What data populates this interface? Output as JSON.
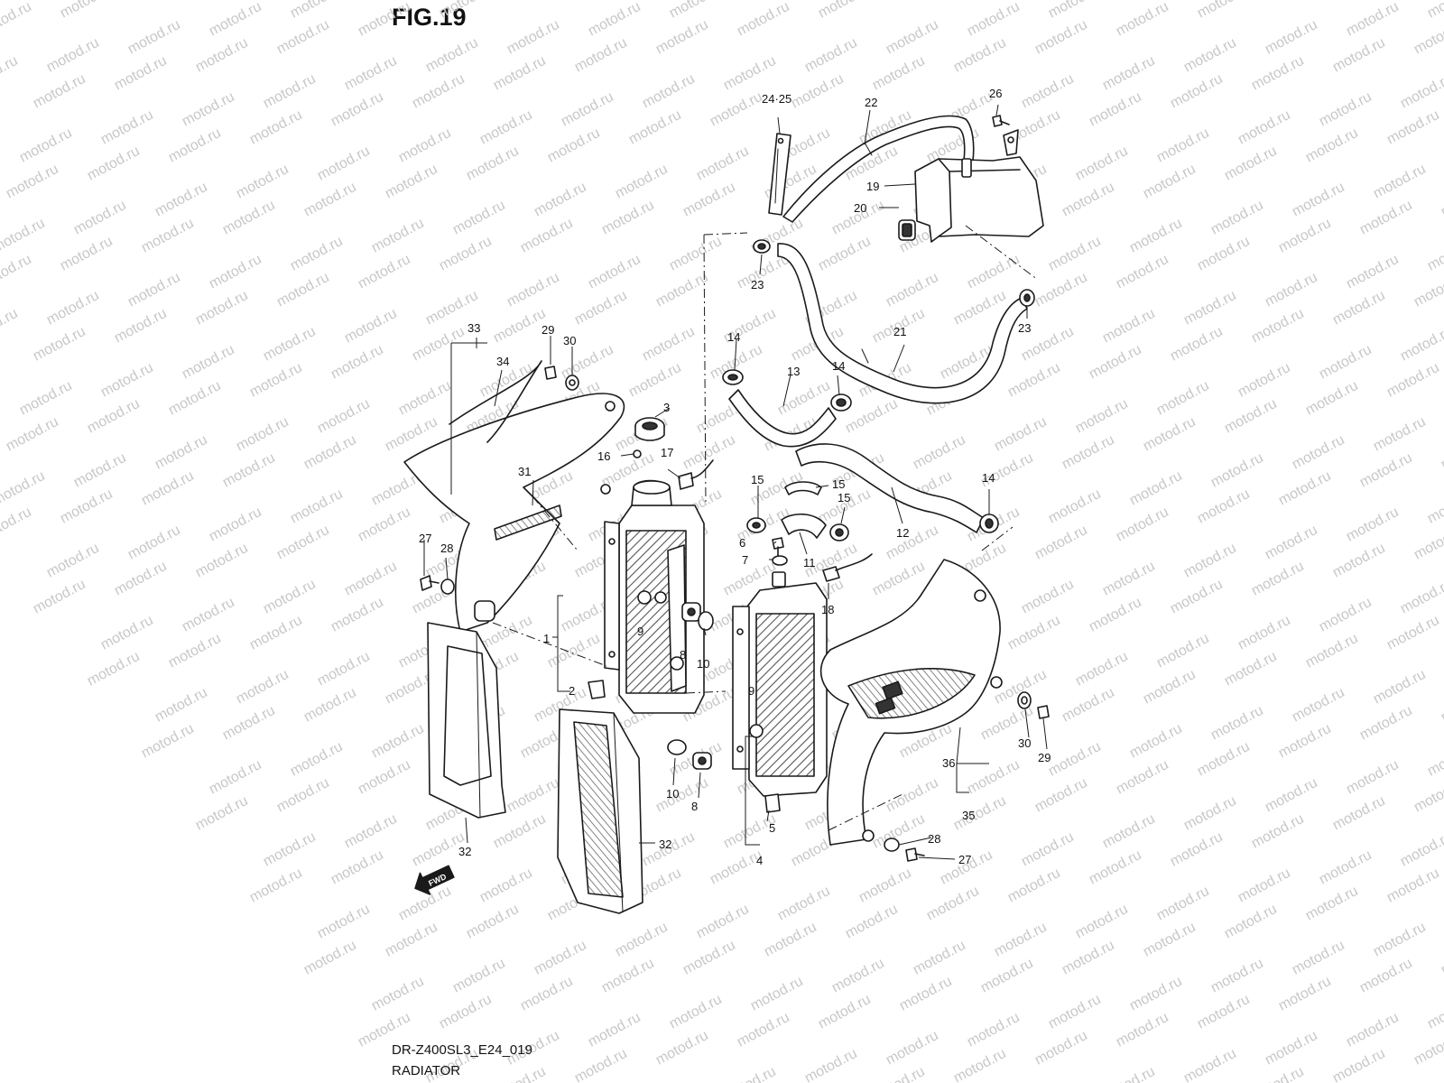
{
  "figure": {
    "title": "FIG.19",
    "diagram_code": "DR-Z400SL3_E24_019",
    "diagram_name": "RADIATOR",
    "watermark": "motod.ru",
    "fwd_badge": "FWD"
  },
  "callouts": [
    {
      "id": "c-1",
      "label": "1"
    },
    {
      "id": "c-2",
      "label": "2"
    },
    {
      "id": "c-3",
      "label": "3"
    },
    {
      "id": "c-4",
      "label": "4"
    },
    {
      "id": "c-5",
      "label": "5"
    },
    {
      "id": "c-6",
      "label": "6"
    },
    {
      "id": "c-7",
      "label": "7"
    },
    {
      "id": "c-8a",
      "label": "8"
    },
    {
      "id": "c-8b",
      "label": "8"
    },
    {
      "id": "c-9a",
      "label": "9"
    },
    {
      "id": "c-9b",
      "label": "9"
    },
    {
      "id": "c-10a",
      "label": "10"
    },
    {
      "id": "c-10b",
      "label": "10"
    },
    {
      "id": "c-11",
      "label": "11"
    },
    {
      "id": "c-12",
      "label": "12"
    },
    {
      "id": "c-13",
      "label": "13"
    },
    {
      "id": "c-14a",
      "label": "14"
    },
    {
      "id": "c-14b",
      "label": "14"
    },
    {
      "id": "c-14c",
      "label": "14"
    },
    {
      "id": "c-15a",
      "label": "15"
    },
    {
      "id": "c-15b",
      "label": "15"
    },
    {
      "id": "c-15c",
      "label": "15"
    },
    {
      "id": "c-16",
      "label": "16"
    },
    {
      "id": "c-17",
      "label": "17"
    },
    {
      "id": "c-18",
      "label": "18"
    },
    {
      "id": "c-19",
      "label": "19"
    },
    {
      "id": "c-20",
      "label": "20"
    },
    {
      "id": "c-21",
      "label": "21"
    },
    {
      "id": "c-22",
      "label": "22"
    },
    {
      "id": "c-23a",
      "label": "23"
    },
    {
      "id": "c-23b",
      "label": "23"
    },
    {
      "id": "c-24-25",
      "label": "24·25"
    },
    {
      "id": "c-26",
      "label": "26"
    },
    {
      "id": "c-27a",
      "label": "27"
    },
    {
      "id": "c-27b",
      "label": "27"
    },
    {
      "id": "c-28a",
      "label": "28"
    },
    {
      "id": "c-28b",
      "label": "28"
    },
    {
      "id": "c-29a",
      "label": "29"
    },
    {
      "id": "c-29b",
      "label": "29"
    },
    {
      "id": "c-30a",
      "label": "30"
    },
    {
      "id": "c-30b",
      "label": "30"
    },
    {
      "id": "c-31",
      "label": "31"
    },
    {
      "id": "c-32a",
      "label": "32"
    },
    {
      "id": "c-32b",
      "label": "32"
    },
    {
      "id": "c-33",
      "label": "33"
    },
    {
      "id": "c-34",
      "label": "34"
    },
    {
      "id": "c-35",
      "label": "35"
    },
    {
      "id": "c-36",
      "label": "36"
    }
  ],
  "colors": {
    "line": "#1a1a1a",
    "fill": "#ffffff",
    "watermark": "#c8c8c8",
    "fin_hatch": "#555555"
  }
}
